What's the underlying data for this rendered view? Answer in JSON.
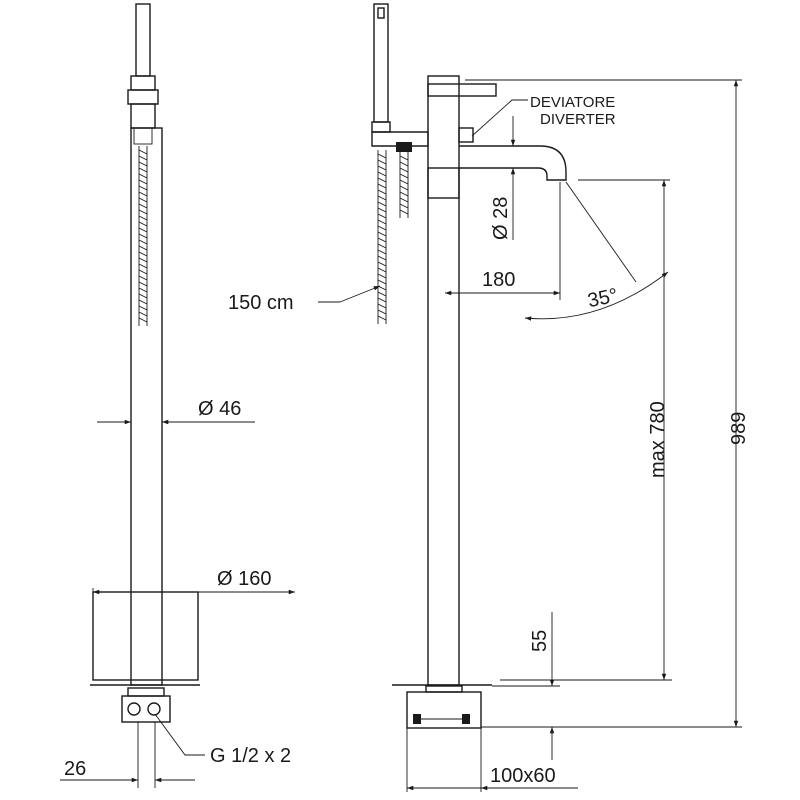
{
  "labels": {
    "deviatore": "DEVIATORE",
    "diverter": "DIVERTER",
    "d28": "Ø 28",
    "d180": "180",
    "hose": "150 cm",
    "angle": "35°",
    "d46": "Ø 46",
    "max780": "max 780",
    "d989": "989",
    "d160": "Ø 160",
    "d55": "55",
    "thread": "G 1/2 x 2",
    "d26": "26",
    "base": "100x60"
  },
  "colors": {
    "ink": "#1a1a1a",
    "background": "#ffffff"
  }
}
